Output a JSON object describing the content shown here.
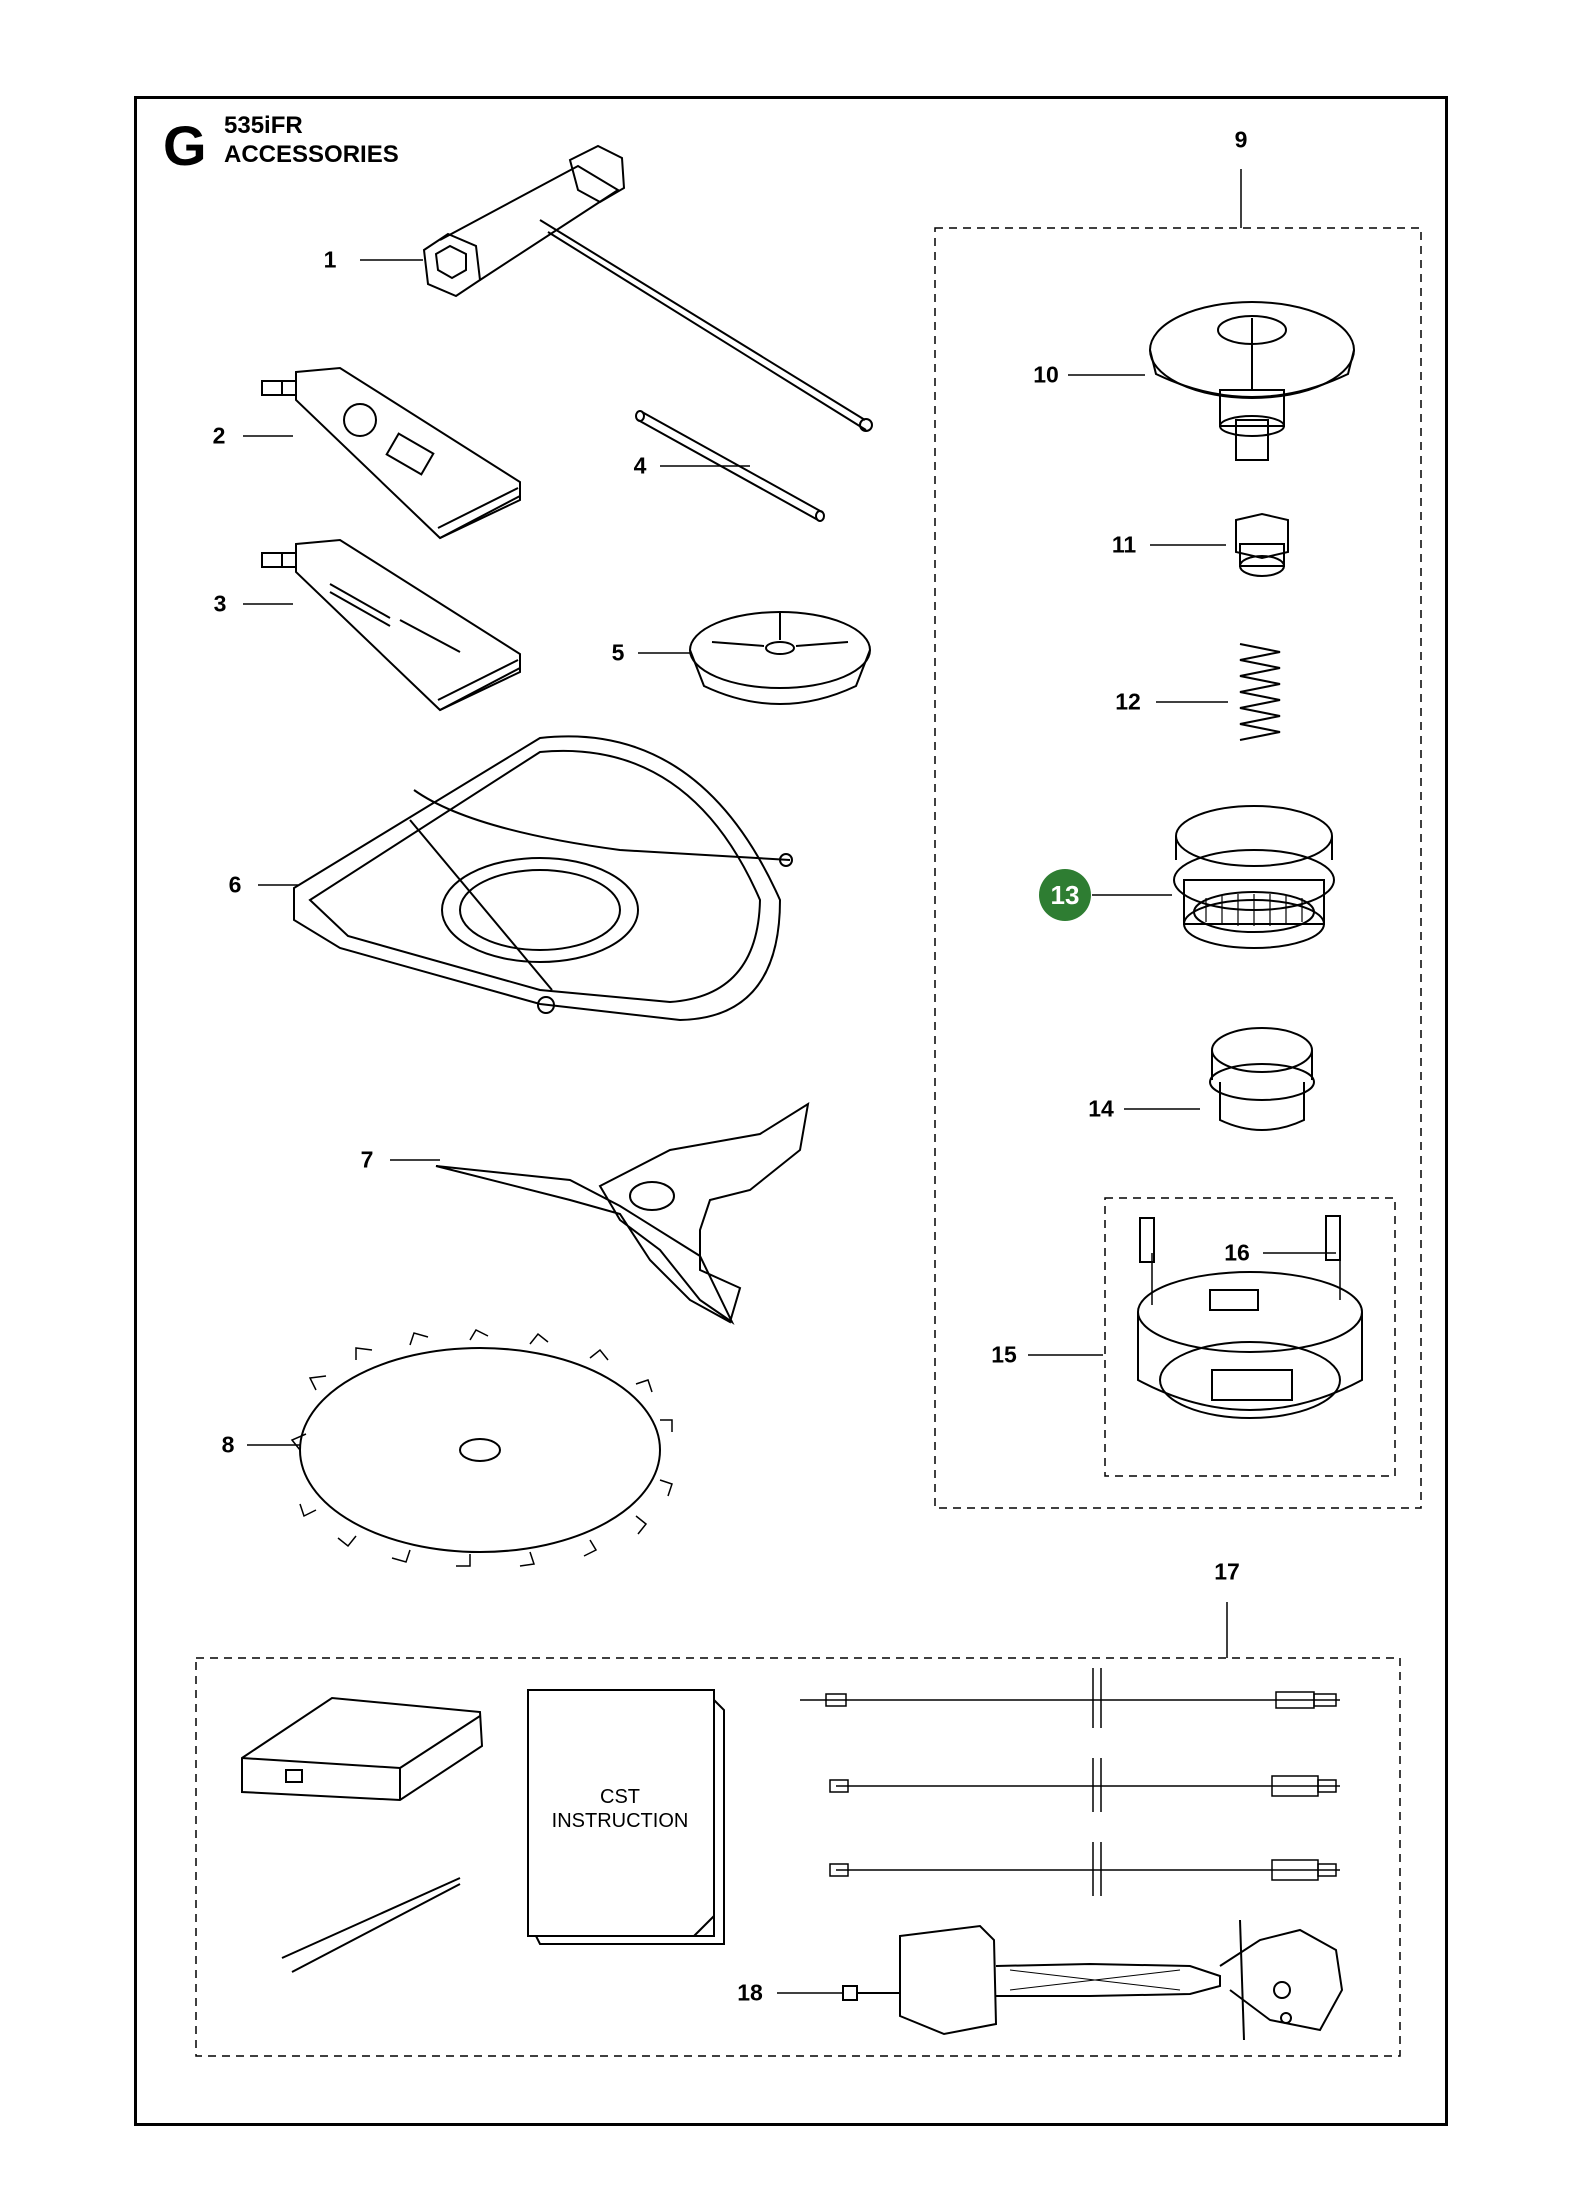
{
  "header": {
    "section_letter": "G",
    "model": "535iFR",
    "title": "ACCESSORIES"
  },
  "callouts": {
    "c1": "1",
    "c2": "2",
    "c3": "3",
    "c4": "4",
    "c5": "5",
    "c6": "6",
    "c7": "7",
    "c8": "8",
    "c9": "9",
    "c10": "10",
    "c11": "11",
    "c12": "12",
    "c13": "13",
    "c14": "14",
    "c15": "15",
    "c16": "16",
    "c17": "17",
    "c18": "18"
  },
  "highlight": {
    "part": "13",
    "color": "#2e7d32"
  },
  "manual": {
    "line1": "CST",
    "line2": "INSTRUCTION"
  }
}
